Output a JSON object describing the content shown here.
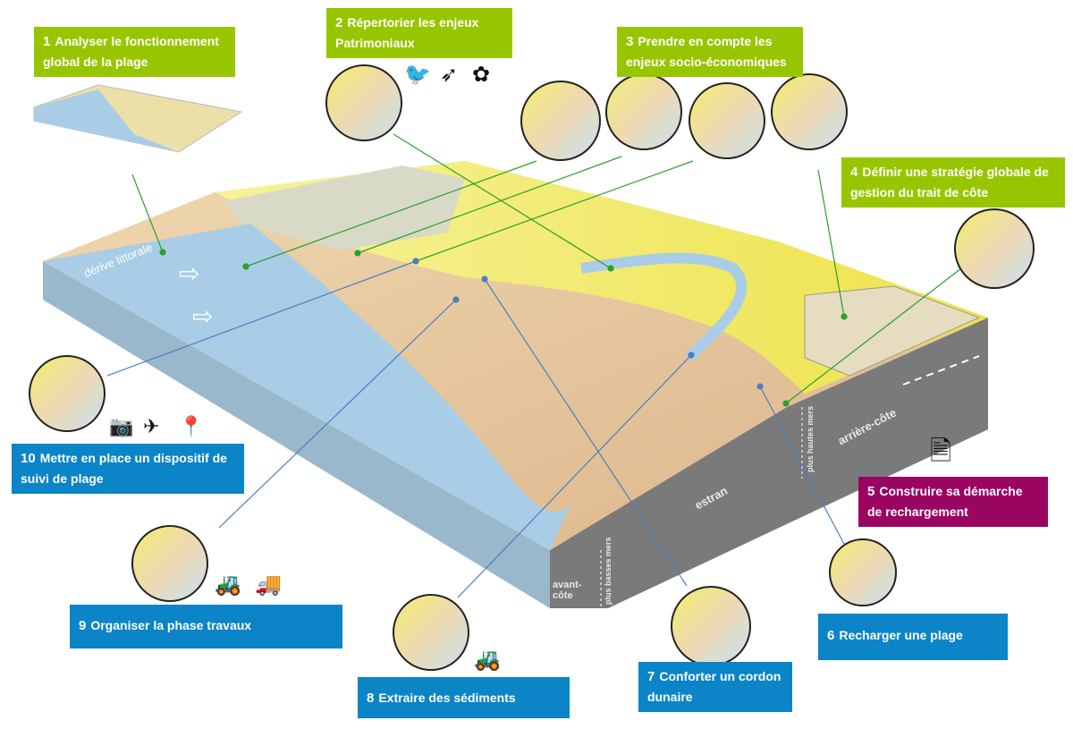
{
  "steps": [
    {
      "num": "1",
      "text": "Analyser le fonctionnement global de la plage"
    },
    {
      "num": "2",
      "text": "Répertorier les enjeux Patrimoniaux"
    },
    {
      "num": "3",
      "text": "Prendre en compte les enjeux socio-économiques"
    },
    {
      "num": "4",
      "text": "Définir une stratégie globale de gestion du trait de côte"
    },
    {
      "num": "5",
      "text": "Construire sa démarche de rechargement"
    },
    {
      "num": "6",
      "text": "Recharger une plage"
    },
    {
      "num": "7",
      "text": "Conforter un cordon dunaire"
    },
    {
      "num": "8",
      "text": "Extraire des sédiments"
    },
    {
      "num": "9",
      "text": "Organiser la phase travaux"
    },
    {
      "num": "10",
      "text": "Mettre en place un dispositif de suivi de plage"
    }
  ],
  "block_labels": {
    "drift": "dérive littorale",
    "estran": "estran",
    "avant_cote": "avant-côte",
    "plus_basses_mers": "plus basses mers",
    "plus_hautes_mers": "plus hautes mers",
    "arriere_cote": "arrière-côte"
  },
  "colors": {
    "green": "#97c600",
    "blue": "#0b84c8",
    "purple": "#9a0562",
    "water": "#a9cde6",
    "sand": "#e3c29a",
    "vegetation": "#f1ee5a",
    "side": "#7a7a7a"
  }
}
